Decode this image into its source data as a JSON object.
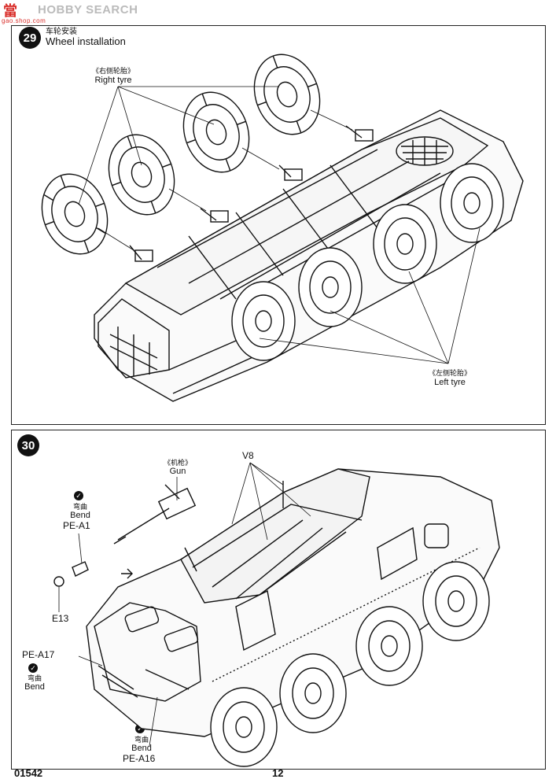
{
  "watermark": {
    "brand_cn": "當",
    "brand_text": "HOBBY SEARCH",
    "site": "gao.shop.com"
  },
  "step29": {
    "number": "29",
    "title_cn": "车轮安装",
    "title_en": "Wheel installation",
    "right_tyre_cn": "《右侧轮胎》",
    "right_tyre_en": "Right tyre",
    "left_tyre_cn": "《左侧轮胎》",
    "left_tyre_en": "Left tyre"
  },
  "step30": {
    "number": "30",
    "gun_cn": "《机枪》",
    "gun_en": "Gun",
    "v8": "V8",
    "bend_cn": "弯曲",
    "bend_en": "Bend",
    "pe_a1": "PE-A1",
    "e13": "E13",
    "pe_a17": "PE-A17",
    "pe_a16": "PE-A16"
  },
  "footer": {
    "code": "01542",
    "page": "12"
  },
  "colors": {
    "ink": "#111111",
    "paper": "#ffffff",
    "watermark_red": "#d9302c"
  }
}
